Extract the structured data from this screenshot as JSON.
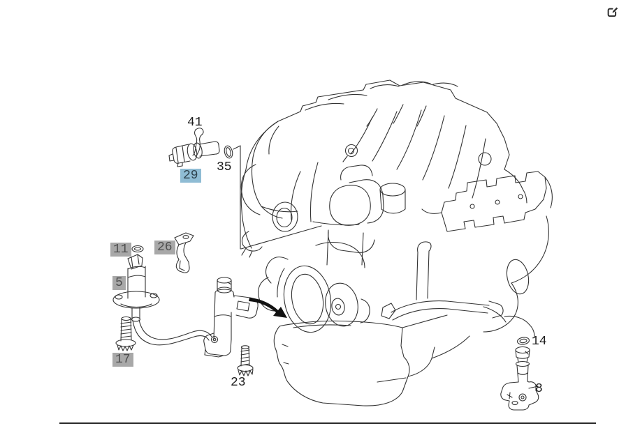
{
  "window": {
    "background": "#ffffff"
  },
  "toolbar": {
    "edit_button": {
      "icon": "pen-to-square",
      "color": "#2e2e2e"
    }
  },
  "diagram": {
    "kind": "engine-parts-line-art",
    "line_color": "#333333",
    "highlight_color": "#8fbcd4",
    "chip_gray_color": "#a8a8a8",
    "callouts": [
      {
        "number": "41",
        "style": "plain"
      },
      {
        "number": "35",
        "style": "plain"
      },
      {
        "number": "29",
        "style": "selected-blue"
      },
      {
        "number": "11",
        "style": "gray-chip"
      },
      {
        "number": "26",
        "style": "gray-chip"
      },
      {
        "number": "5",
        "style": "gray-chip"
      },
      {
        "number": "17",
        "style": "gray-chip"
      },
      {
        "number": "23",
        "style": "plain"
      },
      {
        "number": "14",
        "style": "plain"
      },
      {
        "number": "8",
        "style": "plain"
      }
    ]
  },
  "footer": {
    "divider_color": "#2b2b2b"
  }
}
